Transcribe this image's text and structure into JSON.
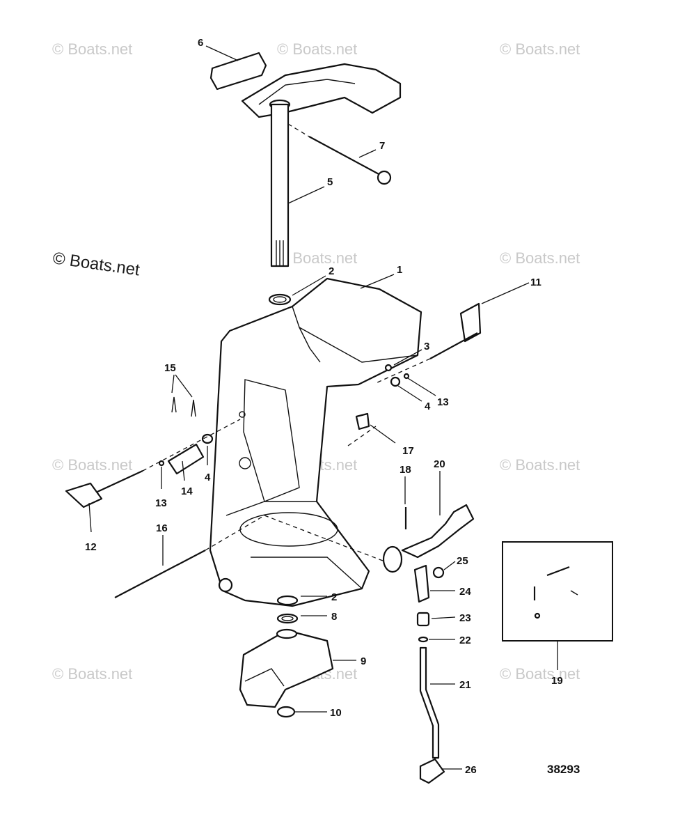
{
  "watermarks": {
    "light": "© Boats.net",
    "dark": "© Boats.net"
  },
  "figure_number": "38293",
  "callouts": {
    "c1": "1",
    "c2a": "2",
    "c2b": "2",
    "c3": "3",
    "c4a": "4",
    "c4b": "4",
    "c5": "5",
    "c6": "6",
    "c7": "7",
    "c8": "8",
    "c9": "9",
    "c10": "10",
    "c11": "11",
    "c12": "12",
    "c13a": "13",
    "c13b": "13",
    "c14": "14",
    "c15": "15",
    "c16": "16",
    "c17": "17",
    "c18": "18",
    "c19": "19",
    "c20": "20",
    "c21": "21",
    "c22": "22",
    "c23": "23",
    "c24": "24",
    "c25": "25",
    "c26": "26"
  }
}
